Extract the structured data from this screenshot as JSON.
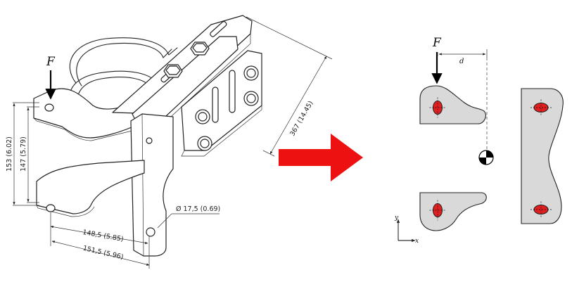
{
  "left_drawing": {
    "force_label": "F",
    "dimensions": {
      "length": "367 (14.45)",
      "height_outer": "153 (6.02)",
      "height_inner": "147 (5.79)",
      "hole_diameter": "Ø 17,5 (0.69)",
      "span_inner": "148,5 (5.85)",
      "span_outer": "151,5 (5.96)"
    }
  },
  "arrow": {
    "color": "#ee1111"
  },
  "right_drawing": {
    "force_label": "F",
    "distance_label": "d",
    "axis_y": "y",
    "axis_x": "x",
    "plate_fill": "#d9d9d9",
    "hole_fill": "#e02020"
  }
}
